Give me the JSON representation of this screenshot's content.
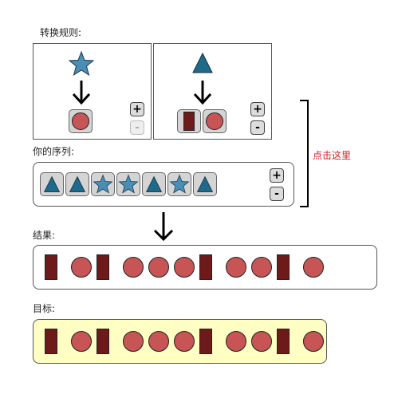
{
  "rules": {
    "label": "转换规则:",
    "rule_1": {
      "from": "star",
      "to": [
        "circle"
      ]
    },
    "rule_2": {
      "from": "triangle",
      "to": [
        "rectangle",
        "circle"
      ]
    },
    "plus": "+",
    "minus": "-"
  },
  "sequence": {
    "label": "你的序列:",
    "items": [
      "triangle",
      "triangle",
      "star",
      "star",
      "triangle",
      "star",
      "triangle"
    ],
    "plus": "+",
    "minus": "-"
  },
  "hint": "点击这里",
  "result": {
    "label": "结果:",
    "items": [
      "rect",
      "circle",
      "rect",
      "circle",
      "circle",
      "circle",
      "rect",
      "circle",
      "circle",
      "rect",
      "circle"
    ]
  },
  "target": {
    "label": "目标:",
    "items": [
      "rect",
      "circle",
      "rect",
      "circle",
      "circle",
      "circle",
      "rect",
      "circle",
      "circle",
      "rect",
      "circle"
    ]
  },
  "colors": {
    "star": "#4a8db5",
    "triangle": "#1f6a8a",
    "rectangle": "#6e1a1a",
    "circle": "#c75555",
    "target_bg": "#ffffc4",
    "hint": "#cc2222"
  }
}
